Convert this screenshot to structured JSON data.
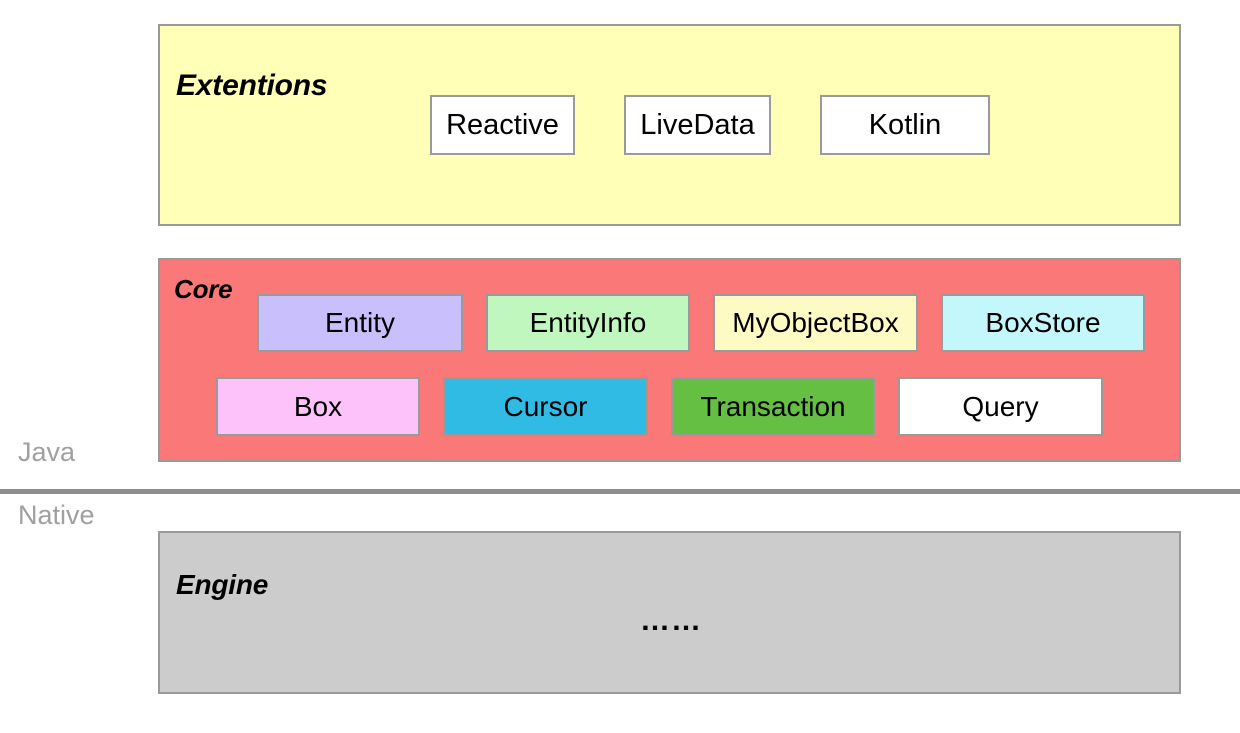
{
  "diagram": {
    "title_visible": false,
    "layers": [
      {
        "id": "extensions",
        "title": "Extentions",
        "color": "#ffffb8",
        "nodes": [
          {
            "label": "Reactive",
            "color": "#ffffff"
          },
          {
            "label": "LiveData",
            "color": "#ffffff"
          },
          {
            "label": "Kotlin",
            "color": "#ffffff"
          }
        ]
      },
      {
        "id": "core",
        "title": "Core",
        "color": "#fa7878",
        "nodes": [
          {
            "label": "Entity",
            "color": "#c9bffc"
          },
          {
            "label": "EntityInfo",
            "color": "#bff7bf"
          },
          {
            "label": "MyObjectBox",
            "color": "#fdfac3"
          },
          {
            "label": "BoxStore",
            "color": "#c4f7fb"
          },
          {
            "label": "Box",
            "color": "#fec2fb"
          },
          {
            "label": "Cursor",
            "color": "#2fbbe3"
          },
          {
            "label": "Transaction",
            "color": "#64bf43"
          },
          {
            "label": "Query",
            "color": "#ffffff"
          }
        ]
      },
      {
        "id": "engine",
        "title": "Engine",
        "color": "#cccccc",
        "ellipsis": "……",
        "nodes": []
      }
    ],
    "boundary": {
      "above_label": "Java",
      "below_label": "Native",
      "line_color": "#8e8e8e",
      "label_color": "#a0a0a0"
    },
    "border_color": "#9a9a9a"
  }
}
